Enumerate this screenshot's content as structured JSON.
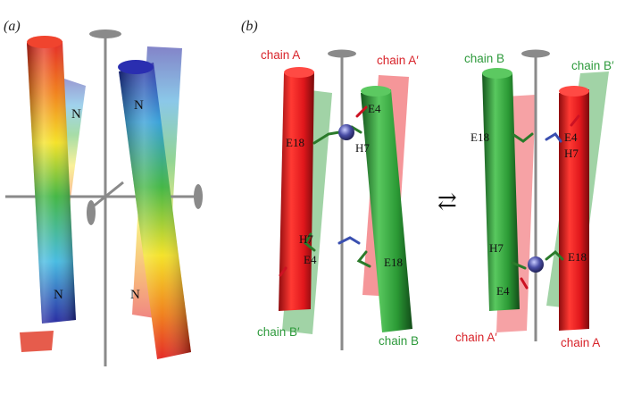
{
  "panels": {
    "a": {
      "label": "(a)"
    },
    "b": {
      "label": "(b)"
    }
  },
  "panel_a": {
    "terminus_labels": [
      "N",
      "N",
      "N",
      "N"
    ]
  },
  "panel_b": {
    "left": {
      "chain_labels": {
        "a": "chain A",
        "a_prime": "chain A′",
        "b": "chain B",
        "b_prime": "chain B′"
      },
      "residues": {
        "e4_top": "E4",
        "e18_top": "E18",
        "h7_top": "H7",
        "h7_bottom": "H7",
        "e4_bottom": "E4",
        "e18_bottom": "E18"
      }
    },
    "right": {
      "chain_labels": {
        "b": "chain B",
        "b_prime": "chain B′",
        "a_prime": "chain A′",
        "a": "chain A"
      },
      "residues": {
        "e18_top": "E18",
        "e4_top": "E4",
        "h7_top": "H7",
        "h7_bottom": "H7",
        "e4_bottom": "E4",
        "e18_bottom": "E18"
      }
    },
    "equilibrium_symbol": "⇄"
  },
  "colors": {
    "chain_a_red": "#e8171d",
    "chain_b_green": "#2f9e3a",
    "label_red": "#d8232a",
    "label_green": "#2e9a3c",
    "axis_grey": "#8a8a8a",
    "ion_blue": "#3d3f8c"
  }
}
